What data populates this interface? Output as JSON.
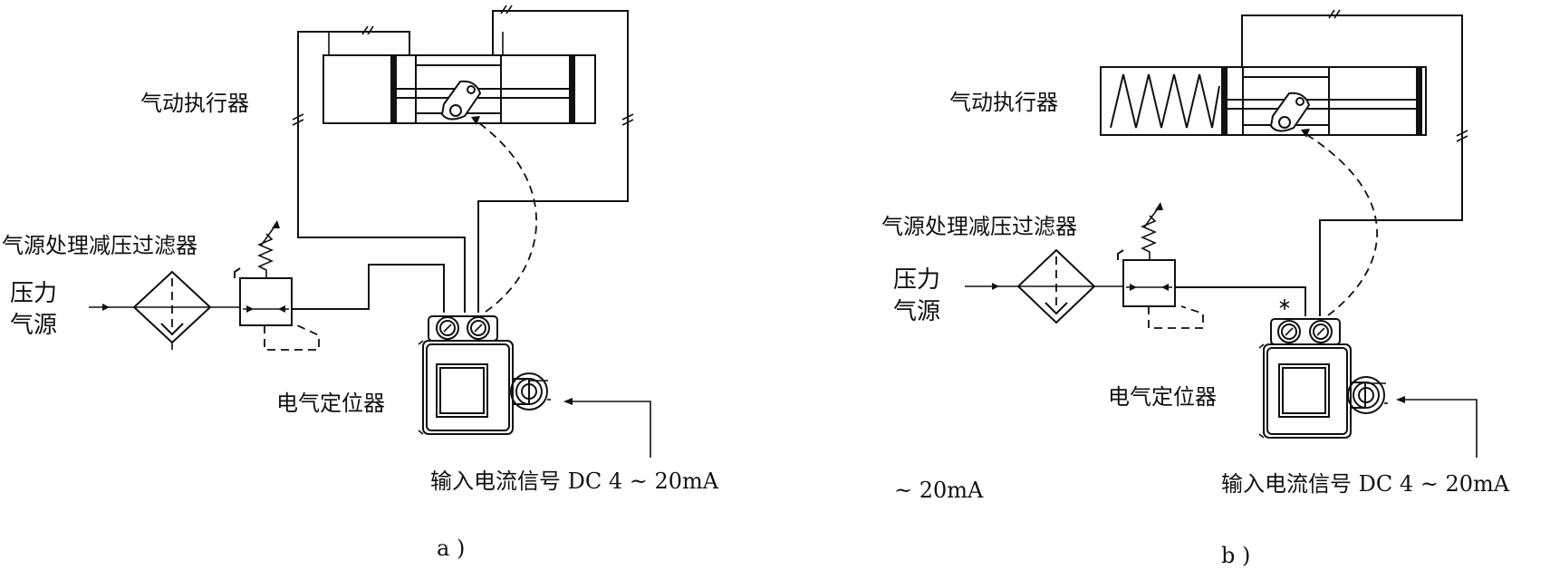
{
  "panel_a": {
    "actuator_label": "气动执行器",
    "filter_label": "气源处理减压过滤器",
    "source_label_line1": "压力",
    "source_label_line2": "气源",
    "positioner_label": "电气定位器",
    "signal_label": "输入电流信号 DC 4 ~ 20mA",
    "caption": "a )"
  },
  "panel_b": {
    "actuator_label": "气动执行器",
    "filter_label": "气源处理减压过滤器",
    "source_label_line1": "压力",
    "source_label_line2": "气源",
    "positioner_label": "电气定位器",
    "signal_label": "输入电流信号 DC 4 ~ 20mA",
    "stray_label": "~ 20mA",
    "caption": "b )"
  }
}
